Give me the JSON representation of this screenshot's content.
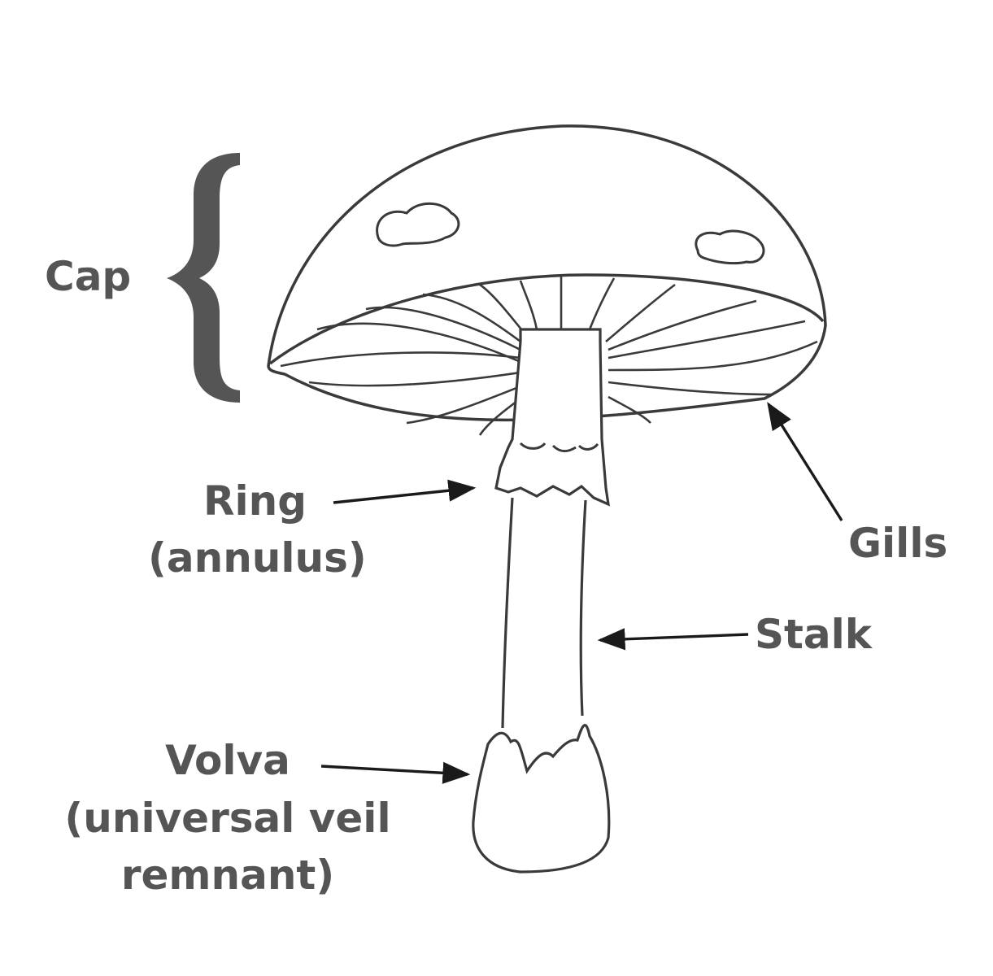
{
  "labels": {
    "cap": "Cap",
    "ring": "Ring",
    "ring_sub": "(annulus)",
    "gills": "Gills",
    "stalk": "Stalk",
    "volva": "Volva",
    "volva_sub1": "(universal veil",
    "volva_sub2": "remnant)"
  },
  "colors": {
    "line": "#3a3a3a",
    "brace": "#555555",
    "text": "#555555",
    "background": "#ffffff"
  }
}
